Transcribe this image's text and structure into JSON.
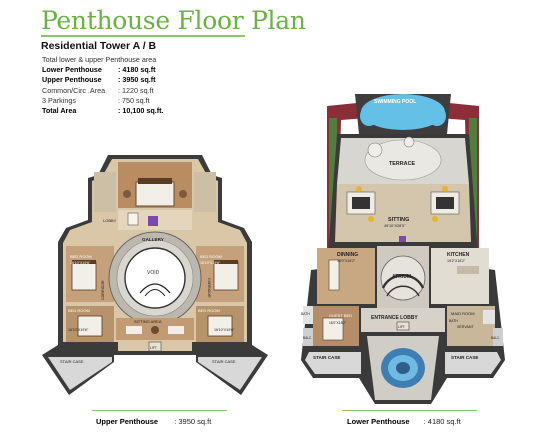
{
  "title": "Penthouse Floor Plan",
  "subtitle": "Residential Tower A / B",
  "area_table": {
    "intro": "Total lower & upper Penthouse area",
    "rows": [
      {
        "label": "Lower Penthouse",
        "value": ": 4180 sq.ft",
        "bold": true
      },
      {
        "label": "Upper Penthouse",
        "value": ": 3950 sq.ft",
        "bold": true
      },
      {
        "label": "Common/Circ .Area",
        "value": ": 1220 sq.ft",
        "bold": false
      },
      {
        "label": "3 Parkings",
        "value": ": 750 sq.ft",
        "bold": false
      },
      {
        "label": "Total Area",
        "value": ": 10,100 sq.ft.",
        "bold": true
      }
    ]
  },
  "upper_plan": {
    "caption_name": "Upper Penthouse",
    "caption_area": ": 3950 sq.ft",
    "labels": {
      "gallery": "GALLERY",
      "void": "VOID",
      "corridor": "CORRIDOR",
      "sitting_area": "SITTING AREA",
      "lobby": "LOBBY",
      "bedroom_left": "BED ROOM",
      "bedroom_right": "BED ROOM",
      "bedroom_low_left": "BED ROOM",
      "bedroom_low_right": "BED ROOM",
      "dims_1": "16'10\"X19'6\"",
      "dims_2": "16'10\"X19'6\"",
      "dims_3": "16'10\"X19'6\"",
      "dims_4": "16'10\"X19'6\"",
      "stair_left": "STAIR CASE",
      "stair_right": "STAIR CASE",
      "lift": "LIFT"
    }
  },
  "lower_plan": {
    "caption_name": "Lower Penthouse",
    "caption_area": ": 4180 sq.ft",
    "labels": {
      "pool": "SWIMMING POOL",
      "terrace": "TERRACE",
      "sitting": "SITTING",
      "sitting_dims": "49'10\"X28'5\"",
      "dinning": "DINNING",
      "dinning_dims": "16'0\"X18'2\"",
      "kitchen": "KITCHEN",
      "kitchen_dims": "19'2\"X18'2\"",
      "atrium": "ATRIUM",
      "entrance": "ENTRANCE LOBBY",
      "guest_bed": "GUEST BED",
      "guest_dims": "16'0\"X18'2\"",
      "maid": "MAID ROOM",
      "servant": "SERVANT",
      "bath_a": "BATH",
      "bath_b": "BATH",
      "balc_a": "BALC",
      "balc_b": "BALC",
      "stair_left": "STAIR CASE",
      "stair_right": "STAIR CASE",
      "lift": "LIFT"
    }
  }
}
